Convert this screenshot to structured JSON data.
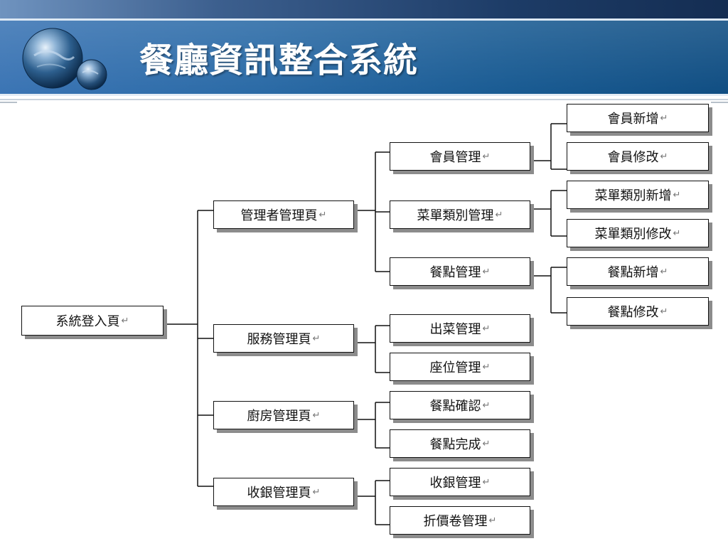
{
  "header": {
    "title": "餐廳資訊整合系統"
  },
  "tree": {
    "login": {
      "label": "系統登入頁"
    },
    "admin": {
      "label": "管理者管理頁",
      "member": {
        "label": "會員管理",
        "add": "會員新增",
        "edit": "會員修改"
      },
      "menu_category": {
        "label": "菜單類別管理",
        "add": "菜單類別新增",
        "edit": "菜單類別修改"
      },
      "order": {
        "label": "餐點管理",
        "add": "餐點新增",
        "edit": "餐點修改"
      }
    },
    "service": {
      "label": "服務管理頁",
      "serving": "出菜管理",
      "seating": "座位管理"
    },
    "kitchen": {
      "label": "廚房管理頁",
      "confirm": "餐點確認",
      "complete": "餐點完成"
    },
    "cashier": {
      "label": "收銀管理頁",
      "checkout": "收銀管理",
      "coupon": "折價卷管理"
    },
    "return_mark": "↵"
  }
}
